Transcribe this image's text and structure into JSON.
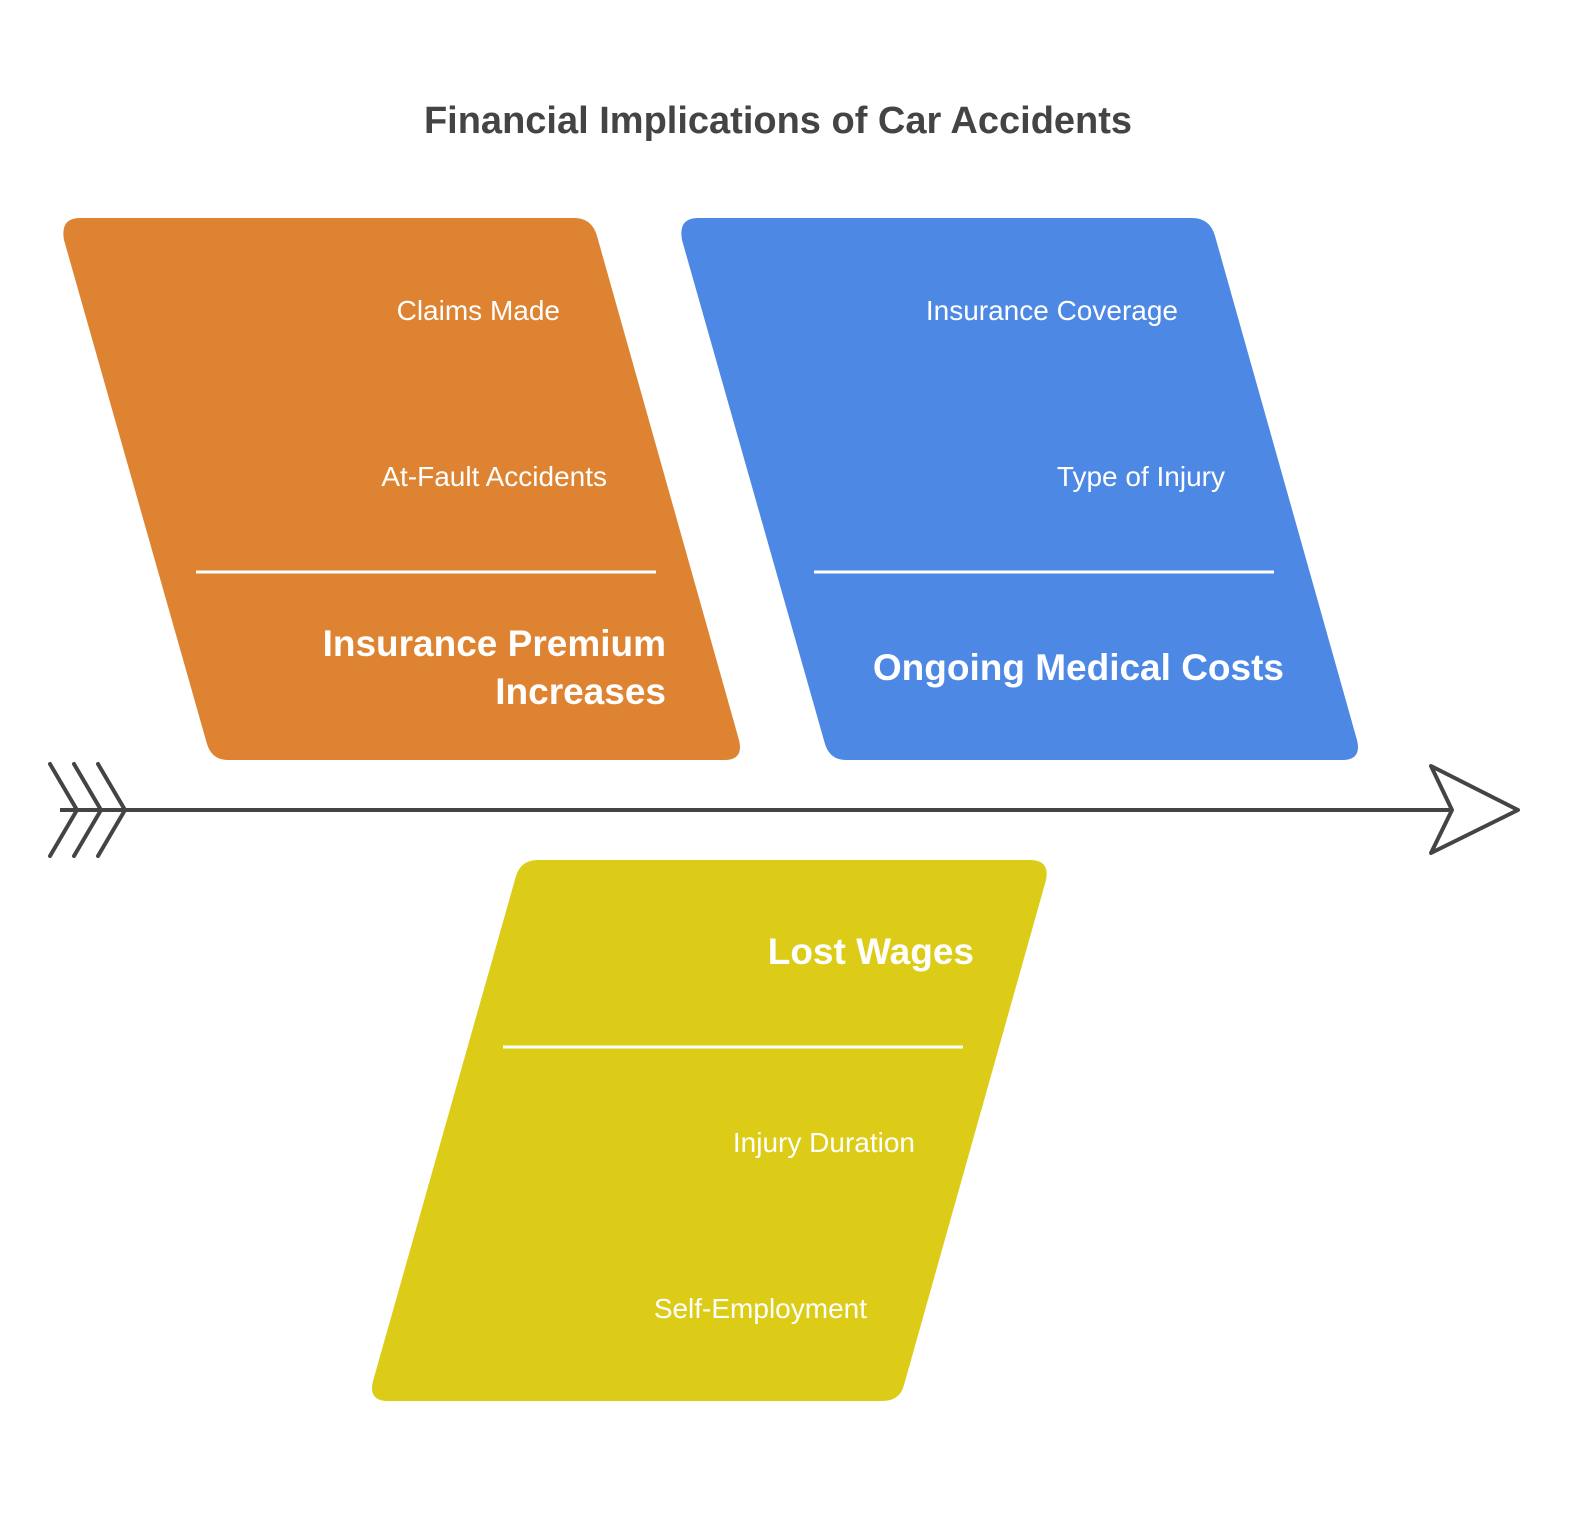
{
  "title": "Financial Implications of Car Accidents",
  "colors": {
    "spine": "#444444",
    "text": "#ffffff",
    "title": "#444444",
    "background": "#ffffff"
  },
  "categories": [
    {
      "id": "insurance-premium",
      "heading_lines": [
        "Insurance Premium",
        "Increases"
      ],
      "color": "#DD8331",
      "position": "top-left",
      "causes": [
        "Claims Made",
        "At-Fault Accidents"
      ]
    },
    {
      "id": "medical-costs",
      "heading_lines": [
        "Ongoing Medical Costs"
      ],
      "color": "#4E88E5",
      "position": "top-right",
      "causes": [
        "Insurance Coverage",
        "Type of Injury"
      ]
    },
    {
      "id": "lost-wages",
      "heading_lines": [
        "Lost Wages"
      ],
      "color": "#DDCC17",
      "position": "bottom-center",
      "causes": [
        "Injury Duration",
        "Self-Employment"
      ]
    }
  ]
}
